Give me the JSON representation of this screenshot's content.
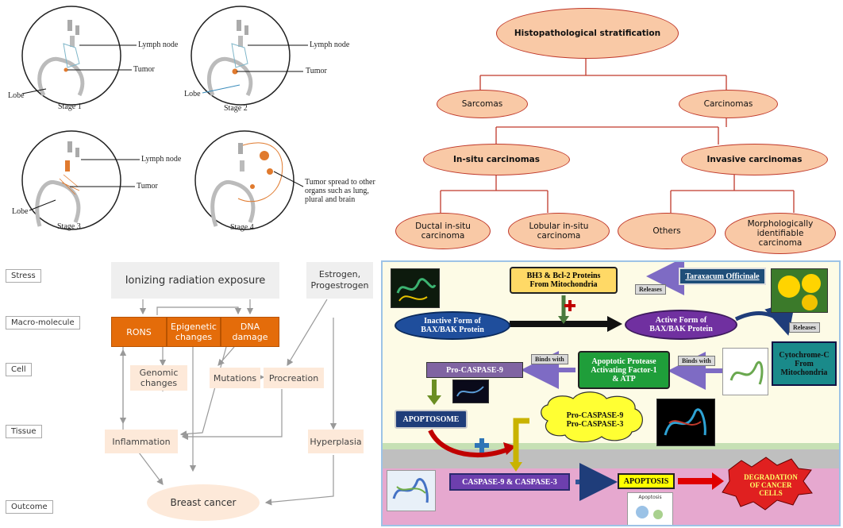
{
  "stages": {
    "lymph_node": "Lymph node",
    "tumor": "Tumor",
    "lobe": "Lobe",
    "stage1": "Stage 1",
    "stage2": "Stage 2",
    "stage3": "Stage 3",
    "stage4": "Stage 4",
    "spread": [
      "Tumor spread to other",
      "organs such as lung,",
      "plural and brain"
    ]
  },
  "histo": {
    "root": "Histopathological stratification",
    "sarcomas": "Sarcomas",
    "carcinomas": "Carcinomas",
    "insitu": "In-situ carcinomas",
    "invasive": "Invasive carcinomas",
    "ductal": [
      "Ductal in-situ",
      "carcinoma"
    ],
    "lobular": [
      "Lobular in-situ",
      "carcinoma"
    ],
    "others": "Others",
    "morph": [
      "Morphologically",
      "identifiable",
      "carcinoma"
    ]
  },
  "bc": {
    "levels": [
      "Stress",
      "Macro-molecule",
      "Cell",
      "Tissue",
      "Outcome"
    ],
    "ionizing": "Ionizing radiation exposure",
    "estrogen": [
      "Estrogen,",
      "Progestrogen"
    ],
    "rons": "RONS",
    "epigenetic": [
      "Epigenetic",
      "changes"
    ],
    "dna": [
      "DNA",
      "damage"
    ],
    "genomic": [
      "Genomic",
      "changes"
    ],
    "mutations": "Mutations",
    "procreation": "Procreation",
    "inflammation": "Inflammation",
    "hyperplasia": "Hyperplasia",
    "breast_cancer": "Breast cancer"
  },
  "apop": {
    "bh3": [
      "BH3 & Bcl-2 Proteins",
      "From Mitochondria"
    ],
    "taraxacum": "Taraxacum Officinale",
    "releases1": "Releases",
    "inactive": [
      "Inactive Form of",
      "BAX/BAK Protein"
    ],
    "active": [
      "Active Form of",
      "BAX/BAK Protein"
    ],
    "releases2": "Releases",
    "cytochrome": [
      "Cytochrome-C",
      "From",
      "Mitochondria"
    ],
    "binds1": "Binds with",
    "binds2": "Binds with",
    "procaspase9": "Pro-CASPASE-9",
    "apaf": [
      "Apoptotic Protease",
      "Activating Factor-1",
      "& ATP"
    ],
    "apoptosome": "APOPTOSOME",
    "procaspase_cloud": [
      "Pro-CASPASE-9",
      "Pro-CASPASE-3"
    ],
    "caspase": "CASPASE-9 & CASPASE-3",
    "apoptosis": "APOPTOSIS",
    "degradation": [
      "DEGRADATION",
      "OF CANCER",
      "CELLS"
    ],
    "apoptosis_small": "Apoptosis"
  },
  "colors": {
    "histo_fill": "#f9c9a6",
    "histo_line": "#c0392b",
    "orange": "#e46c0a",
    "peach": "#fde9d9",
    "panel_bg": "#fdfbe6",
    "blue_oval": "#1f4e9c",
    "purple_oval": "#6a3fb5",
    "teal": "#1f8c8c",
    "green": "#1f9e3a"
  }
}
